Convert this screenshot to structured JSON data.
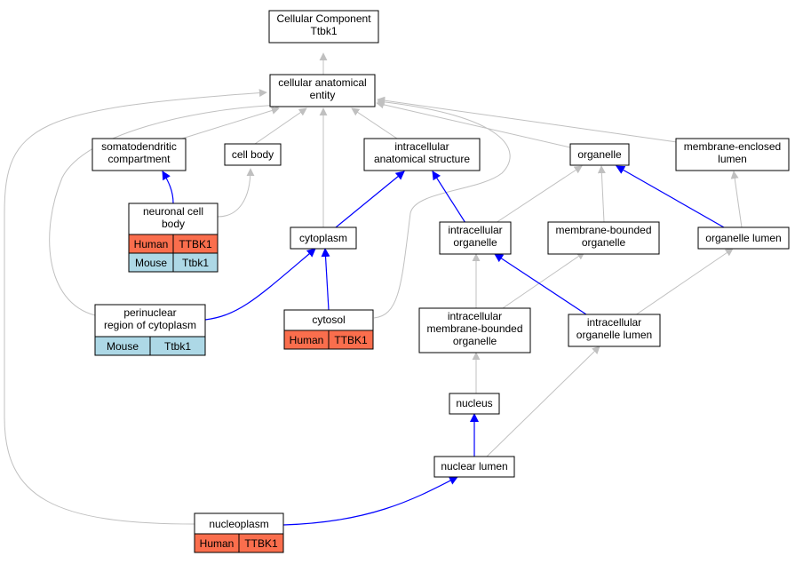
{
  "diagram": {
    "colors": {
      "human": "#fa6e4d",
      "mouse": "#add8e6",
      "edge_is_a": "#c0c0c0",
      "edge_part_of": "#0000ff"
    },
    "nodes": {
      "root": [
        "Cellular Component",
        "Ttbk1"
      ],
      "cae": [
        "cellular anatomical",
        "entity"
      ],
      "soma": [
        "somatodendritic",
        "compartment"
      ],
      "cellbody": [
        "cell body"
      ],
      "ias": [
        "intracellular",
        "anatomical structure"
      ],
      "organelle": [
        "organelle"
      ],
      "mel": [
        "membrane-enclosed",
        "lumen"
      ],
      "ncb": [
        "neuronal cell",
        "body"
      ],
      "cytoplasm": [
        "cytoplasm"
      ],
      "io": [
        "intracellular",
        "organelle"
      ],
      "mbo": [
        "membrane-bounded",
        "organelle"
      ],
      "ol": [
        "organelle lumen"
      ],
      "perinuc": [
        "perinuclear",
        "region of cytoplasm"
      ],
      "cytosol": [
        "cytosol"
      ],
      "imbo": [
        "intracellular",
        "membrane-bounded",
        "organelle"
      ],
      "iol": [
        "intracellular",
        "organelle lumen"
      ],
      "nucleus": [
        "nucleus"
      ],
      "nl": [
        "nuclear lumen"
      ],
      "nucleoplasm": [
        "nucleoplasm"
      ]
    },
    "annotations": {
      "ncb": [
        {
          "species": "Human",
          "gene": "TTBK1"
        },
        {
          "species": "Mouse",
          "gene": "Ttbk1"
        }
      ],
      "perinuc": [
        {
          "species": "Mouse",
          "gene": "Ttbk1"
        }
      ],
      "cytosol": [
        {
          "species": "Human",
          "gene": "TTBK1"
        }
      ],
      "nucleoplasm": [
        {
          "species": "Human",
          "gene": "TTBK1"
        }
      ]
    }
  }
}
